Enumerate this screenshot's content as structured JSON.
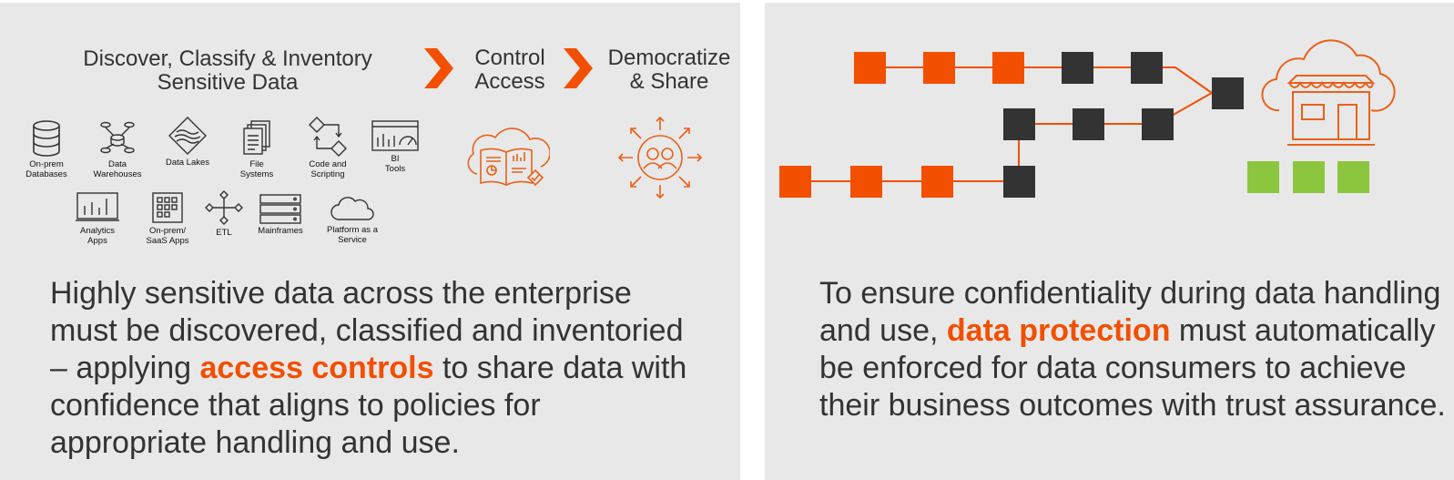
{
  "left_panel": {
    "stages": [
      {
        "label_line1": "Discover, Classify & Inventory",
        "label_line2": "Sensitive Data"
      },
      {
        "label_line1": "Control",
        "label_line2": "Access"
      },
      {
        "label_line1": "Democratize",
        "label_line2": "& Share"
      }
    ],
    "sources_row1": [
      {
        "line1": "On-prem",
        "line2": "Databases",
        "icon": "database-icon"
      },
      {
        "line1": "Data",
        "line2": "Warehouses",
        "icon": "data-warehouse-icon"
      },
      {
        "line1": "Data Lakes",
        "line2": "",
        "icon": "data-lake-icon"
      },
      {
        "line1": "File",
        "line2": "Systems",
        "icon": "file-systems-icon"
      },
      {
        "line1": "Code and",
        "line2": "Scripting",
        "icon": "code-scripting-icon"
      },
      {
        "line1": "BI",
        "line2": "Tools",
        "icon": "bi-tools-icon"
      }
    ],
    "sources_row2": [
      {
        "line1": "Analytics",
        "line2": "Apps",
        "icon": "analytics-apps-icon"
      },
      {
        "line1": "On-prem/",
        "line2": "SaaS Apps",
        "icon": "saas-apps-icon"
      },
      {
        "line1": "ETL",
        "line2": "",
        "icon": "etl-icon"
      },
      {
        "line1": "Mainframes",
        "line2": "",
        "icon": "mainframes-icon"
      },
      {
        "line1": "Platform as a",
        "line2": "Service",
        "icon": "cloud-icon"
      }
    ],
    "paragraph": {
      "before": "Highly sensitive data across the enterprise must be discovered, classified and inventoried – applying ",
      "highlight": "access controls",
      "after": " to share data with confidence that aligns to policies for appropriate handling and use."
    }
  },
  "right_panel": {
    "paragraph": {
      "before": "To ensure confidentiality during data handling and use, ",
      "highlight": "data protection",
      "after": " must automatically be enforced for data consumers to achieve their business outcomes with trust assurance."
    }
  },
  "colors": {
    "accent_orange": "#f24f00",
    "dark_node": "#333333",
    "green_node": "#8cc63f",
    "panel_bg": "#e8e8e8",
    "icon_orange": "#e8611a"
  }
}
